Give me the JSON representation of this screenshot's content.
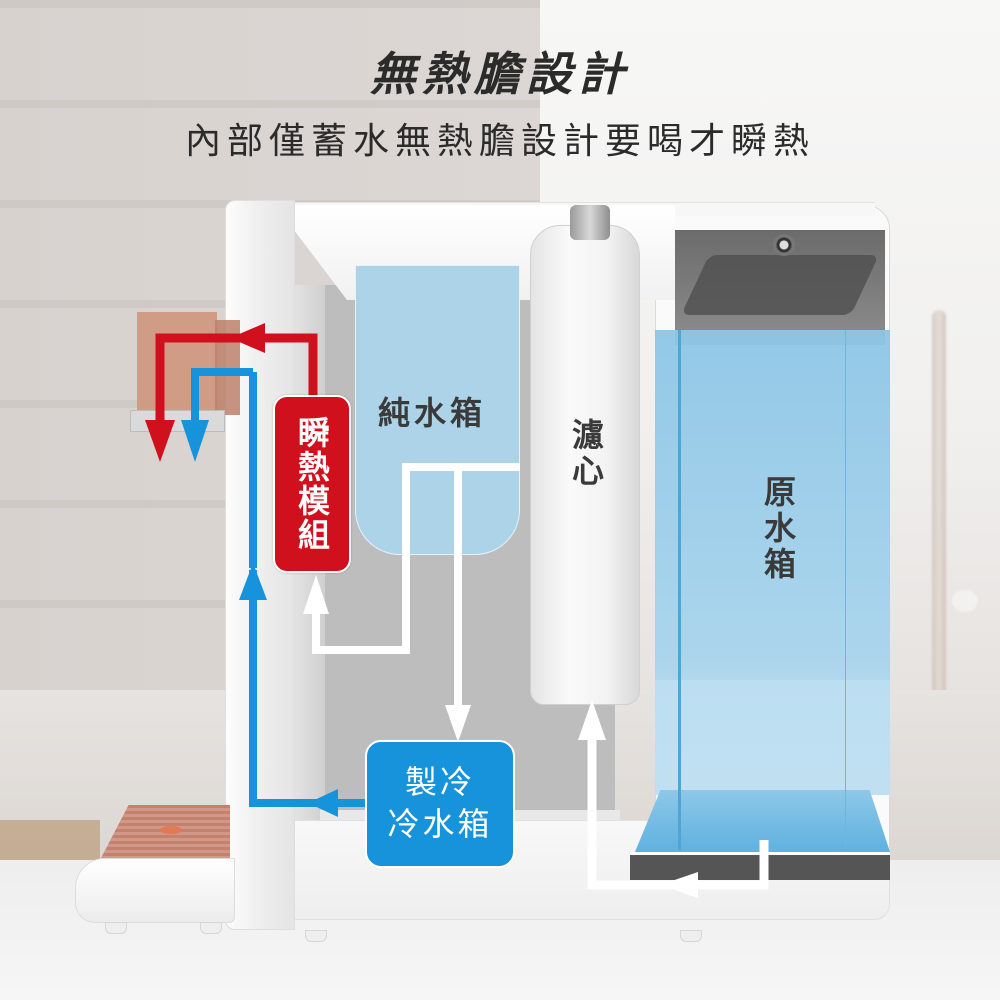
{
  "header": {
    "title": "無熱膽設計",
    "subtitle": "內部僅蓄水無熱膽設計要喝才瞬熱"
  },
  "components": {
    "pure_water_tank": "純水箱",
    "filter": "濾心",
    "raw_water_tank": "原水箱",
    "instant_heating_module": "瞬熱模組",
    "cooling_tank_line1": "製冷",
    "cooling_tank_line2": "冷水箱"
  },
  "flow_colors": {
    "hot": "#d0101c",
    "cold": "#1793dc",
    "normal": "#ffffff"
  },
  "colors": {
    "pure_tank_fill": "#acd3e8",
    "raw_tank_fill": "#8dc6e6",
    "heating_badge": "#d0101c",
    "cooling_badge": "#1793dc",
    "text_dark": "#2b2b2b"
  }
}
